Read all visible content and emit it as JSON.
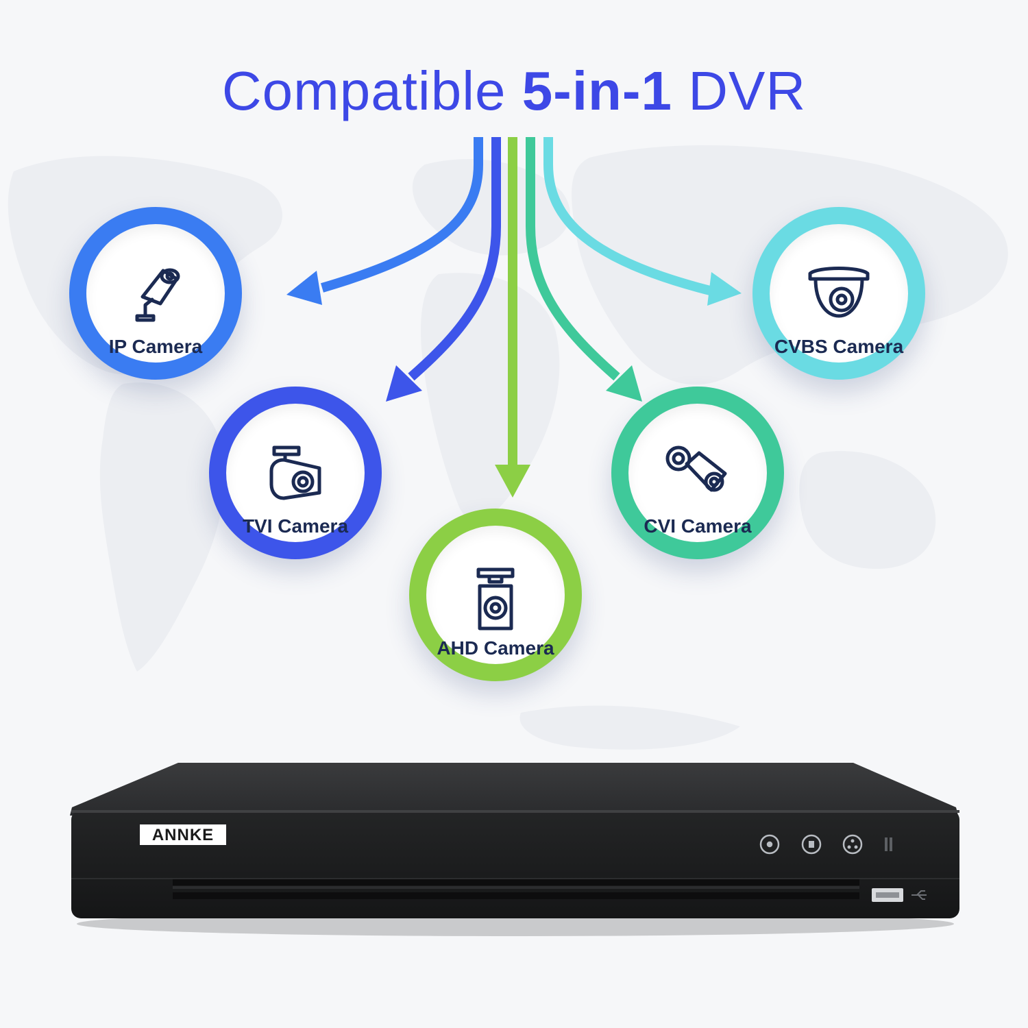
{
  "headline": {
    "part1": "Compatible ",
    "part2": "5-in-1",
    "part3": " DVR"
  },
  "cameras": [
    {
      "id": "ip",
      "label": "IP Camera",
      "color": "#3a7cf2",
      "icon": "bullet-camera-wall-mount-icon"
    },
    {
      "id": "tvi",
      "label": "TVI Camera",
      "color": "#3d55ea",
      "icon": "bullet-camera-side-icon"
    },
    {
      "id": "ahd",
      "label": "AHD Camera",
      "color": "#8ccf45",
      "icon": "bullet-camera-front-icon"
    },
    {
      "id": "cvi",
      "label": "CVI Camera",
      "color": "#3fc99a",
      "icon": "bullet-camera-angled-icon"
    },
    {
      "id": "cvbs",
      "label": "CVBS Camera",
      "color": "#6adbe3",
      "icon": "dome-camera-icon"
    }
  ],
  "dvr": {
    "brand": "ANNKE",
    "body_color": "#222324"
  }
}
